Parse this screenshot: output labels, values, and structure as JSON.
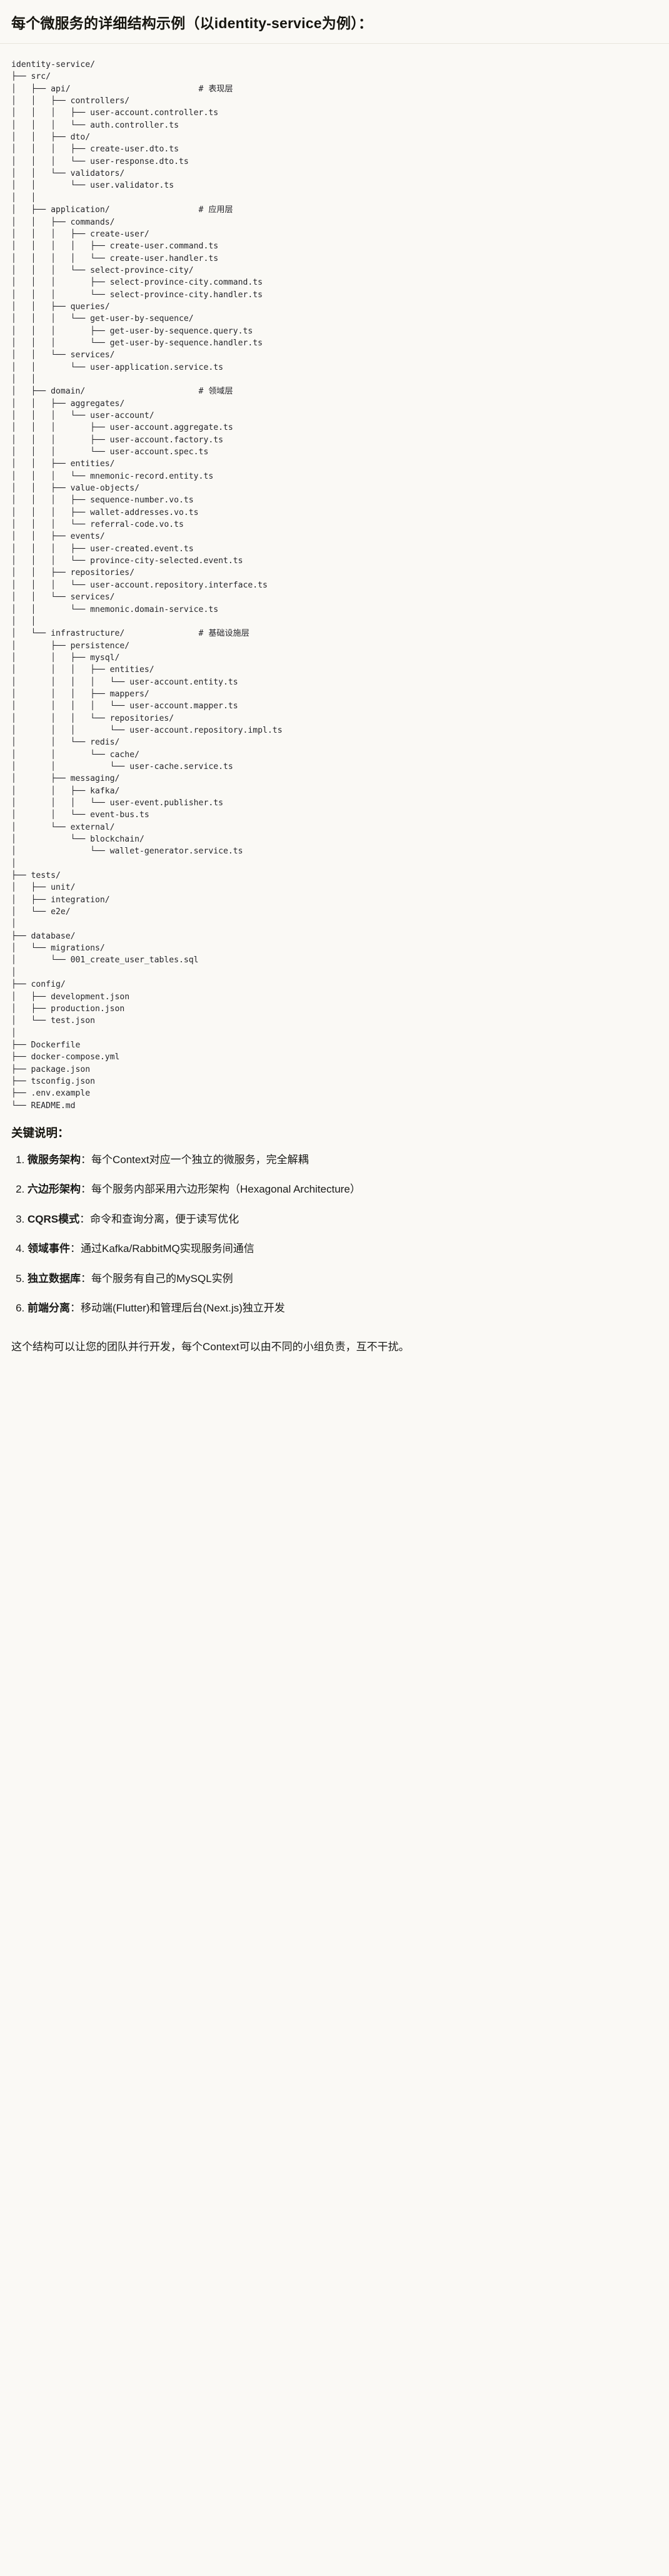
{
  "heading": "每个微服务的详细结构示例（以identity-service为例）：",
  "tree": {
    "root": "identity-service/",
    "text": "identity-service/\n├── src/\n│   ├── api/                          # 表现层\n│   │   ├── controllers/\n│   │   │   ├── user-account.controller.ts\n│   │   │   └── auth.controller.ts\n│   │   ├── dto/\n│   │   │   ├── create-user.dto.ts\n│   │   │   └── user-response.dto.ts\n│   │   └── validators/\n│   │       └── user.validator.ts\n│   │\n│   ├── application/                  # 应用层\n│   │   ├── commands/\n│   │   │   ├── create-user/\n│   │   │   │   ├── create-user.command.ts\n│   │   │   │   └── create-user.handler.ts\n│   │   │   └── select-province-city/\n│   │   │       ├── select-province-city.command.ts\n│   │   │       └── select-province-city.handler.ts\n│   │   ├── queries/\n│   │   │   └── get-user-by-sequence/\n│   │   │       ├── get-user-by-sequence.query.ts\n│   │   │       └── get-user-by-sequence.handler.ts\n│   │   └── services/\n│   │       └── user-application.service.ts\n│   │\n│   ├── domain/                       # 领域层\n│   │   ├── aggregates/\n│   │   │   └── user-account/\n│   │   │       ├── user-account.aggregate.ts\n│   │   │       ├── user-account.factory.ts\n│   │   │       └── user-account.spec.ts\n│   │   ├── entities/\n│   │   │   └── mnemonic-record.entity.ts\n│   │   ├── value-objects/\n│   │   │   ├── sequence-number.vo.ts\n│   │   │   ├── wallet-addresses.vo.ts\n│   │   │   └── referral-code.vo.ts\n│   │   ├── events/\n│   │   │   ├── user-created.event.ts\n│   │   │   └── province-city-selected.event.ts\n│   │   ├── repositories/\n│   │   │   └── user-account.repository.interface.ts\n│   │   └── services/\n│   │       └── mnemonic.domain-service.ts\n│   │\n│   └── infrastructure/               # 基础设施层\n│       ├── persistence/\n│       │   ├── mysql/\n│       │   │   ├── entities/\n│       │   │   │   └── user-account.entity.ts\n│       │   │   ├── mappers/\n│       │   │   │   └── user-account.mapper.ts\n│       │   │   └── repositories/\n│       │   │       └── user-account.repository.impl.ts\n│       │   └── redis/\n│       │       └── cache/\n│       │           └── user-cache.service.ts\n│       ├── messaging/\n│       │   ├── kafka/\n│       │   │   └── user-event.publisher.ts\n│       │   └── event-bus.ts\n│       └── external/\n│           └── blockchain/\n│               └── wallet-generator.service.ts\n│\n├── tests/\n│   ├── unit/\n│   ├── integration/\n│   └── e2e/\n│\n├── database/\n│   └── migrations/\n│       └── 001_create_user_tables.sql\n│\n├── config/\n│   ├── development.json\n│   ├── production.json\n│   └── test.json\n│\n├── Dockerfile\n├── docker-compose.yml\n├── package.json\n├── tsconfig.json\n├── .env.example\n└── README.md"
  },
  "keys": {
    "title": "关键说明：",
    "items": [
      {
        "term": "微服务架构",
        "sep": "：",
        "desc": "每个Context对应一个独立的微服务，完全解耦"
      },
      {
        "term": "六边形架构",
        "sep": "：",
        "desc": "每个服务内部采用六边形架构（Hexagonal Architecture）"
      },
      {
        "term": "CQRS模式",
        "sep": "：",
        "desc": "命令和查询分离，便于读写优化"
      },
      {
        "term": "领域事件",
        "sep": "：",
        "desc": "通过Kafka/RabbitMQ实现服务间通信"
      },
      {
        "term": "独立数据库",
        "sep": "：",
        "desc": "每个服务有自己的MySQL实例"
      },
      {
        "term": "前端分离",
        "sep": "：",
        "desc": "移动端(Flutter)和管理后台(Next.js)独立开发"
      }
    ]
  },
  "closing": "这个结构可以让您的团队并行开发，每个Context可以由不同的小组负责，互不干扰。"
}
